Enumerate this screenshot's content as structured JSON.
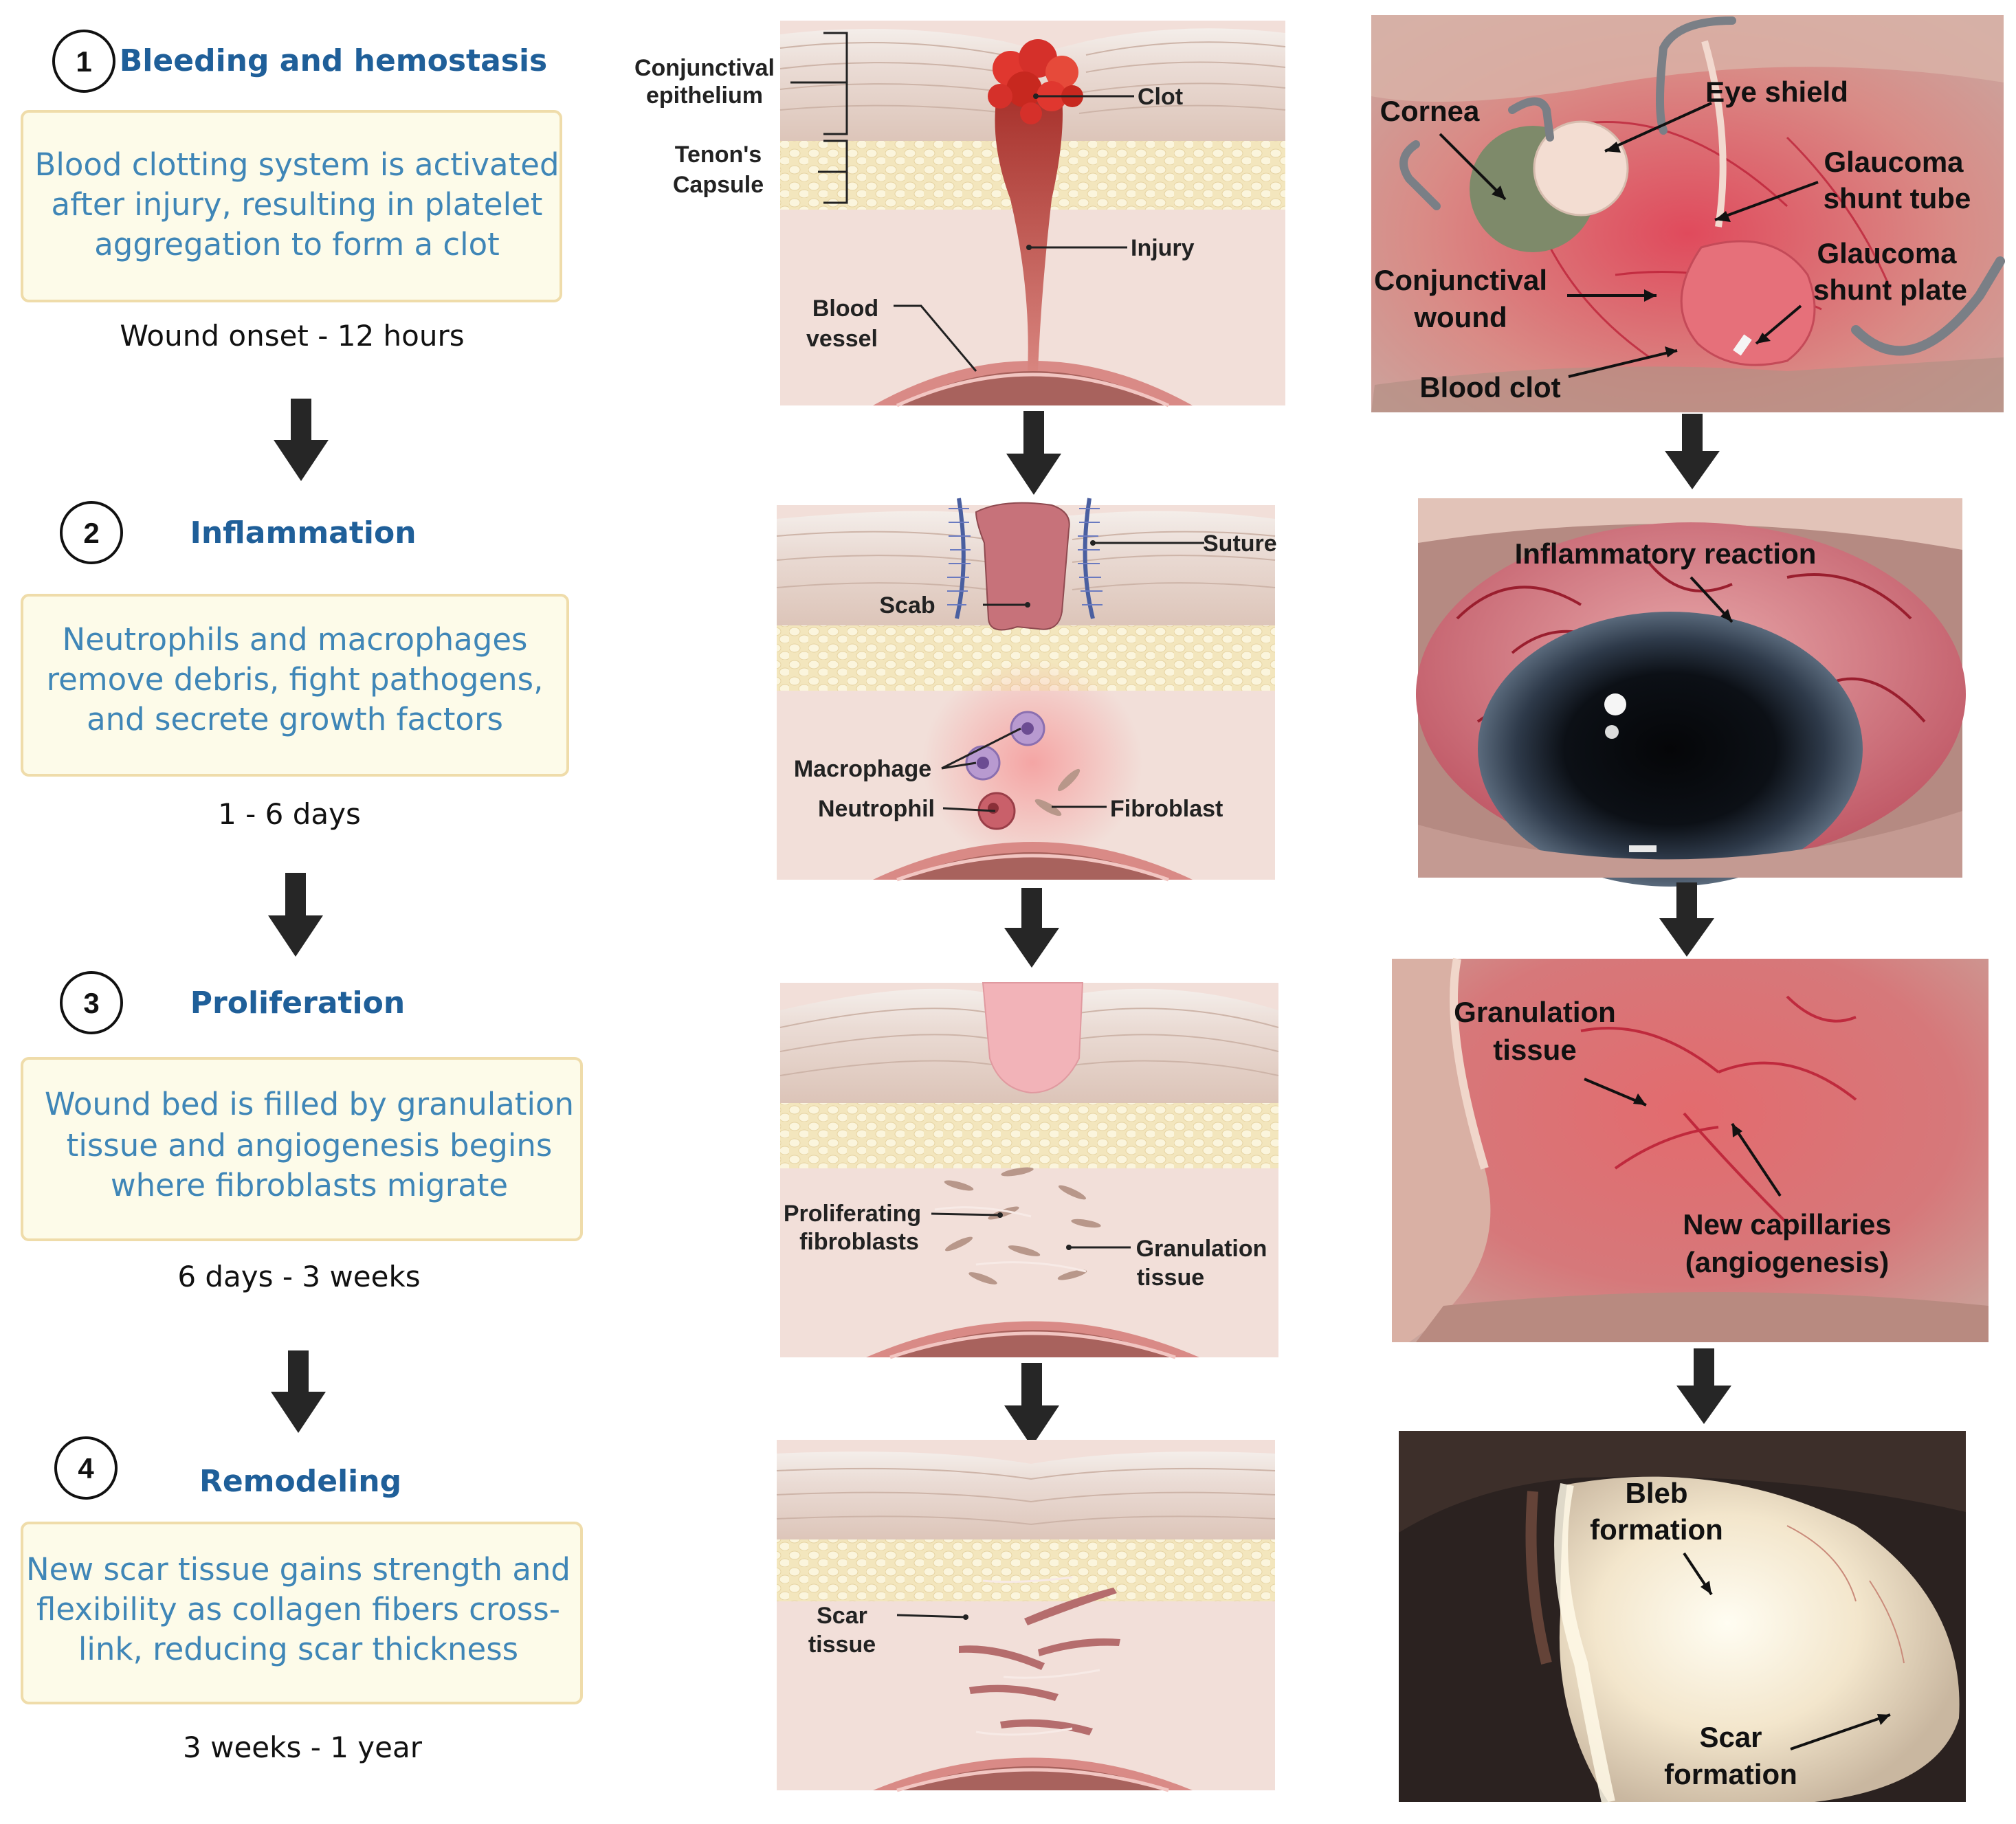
{
  "steps": [
    {
      "number": "1",
      "title": "Bleeding and hemostasis",
      "description": [
        "Blood clotting system is activated",
        "after injury, resulting in platelet",
        "aggregation to form a clot"
      ],
      "time": "Wound onset - 12 hours"
    },
    {
      "number": "2",
      "title": "Inflammation",
      "description": [
        "Neutrophils and macrophages",
        "remove debris, fight pathogens,",
        "and secrete growth factors"
      ],
      "time": "1 - 6 days"
    },
    {
      "number": "3",
      "title": "Proliferation",
      "description": [
        "Wound bed is filled by granulation",
        "tissue and angiogenesis begins",
        "where fibroblasts migrate"
      ],
      "time": "6 days  - 3 weeks"
    },
    {
      "number": "4",
      "title": "Remodeling",
      "description": [
        "New scar tissue gains strength and",
        "flexibility as collagen fibers cross-",
        "link, reducing scar thickness"
      ],
      "time": "3 weeks - 1 year"
    }
  ],
  "illustrations": {
    "panel1": {
      "conjunctival_epithelium": [
        "Conjunctival",
        "epithelium"
      ],
      "tenons_capsule": [
        "Tenon's",
        "Capsule"
      ],
      "blood_vessel": [
        "Blood",
        "vessel"
      ],
      "clot": "Clot",
      "injury": "Injury"
    },
    "panel2": {
      "suture": "Suture",
      "scab": "Scab",
      "macrophage": "Macrophage",
      "neutrophil": "Neutrophil",
      "fibroblast": "Fibroblast"
    },
    "panel3": {
      "proliferating_fibroblasts": [
        "Proliferating",
        "fibroblasts"
      ],
      "granulation_tissue": [
        "Granulation",
        "tissue"
      ]
    },
    "panel4": {
      "scar_tissue": [
        "Scar",
        "tissue"
      ]
    }
  },
  "photos": {
    "photo1": {
      "cornea": "Cornea",
      "eye_shield": "Eye shield",
      "glaucoma_shunt_tube": [
        "Glaucoma",
        "shunt tube"
      ],
      "glaucoma_shunt_plate": [
        "Glaucoma",
        "shunt plate"
      ],
      "conjunctival_wound": [
        "Conjunctival",
        "wound"
      ],
      "blood_clot": "Blood clot"
    },
    "photo2": {
      "inflammatory_reaction": "Inflammatory reaction"
    },
    "photo3": {
      "granulation_tissue": [
        "Granulation",
        "tissue"
      ],
      "new_capillaries": [
        "New capillaries",
        "(angiogenesis)"
      ]
    },
    "photo4": {
      "bleb_formation": [
        "Bleb",
        "formation"
      ],
      "scar_formation": [
        "Scar",
        "formation"
      ]
    }
  },
  "colors": {
    "title_blue": "#1f5f99",
    "desc_blue": "#3f86b7",
    "box_fill": "#fdfbe9",
    "box_border": "#efdcaa",
    "skin": "#ecd9cf",
    "fat": "#f6edc9",
    "vessel": "#e8a8a6",
    "arrow": "#262626"
  }
}
